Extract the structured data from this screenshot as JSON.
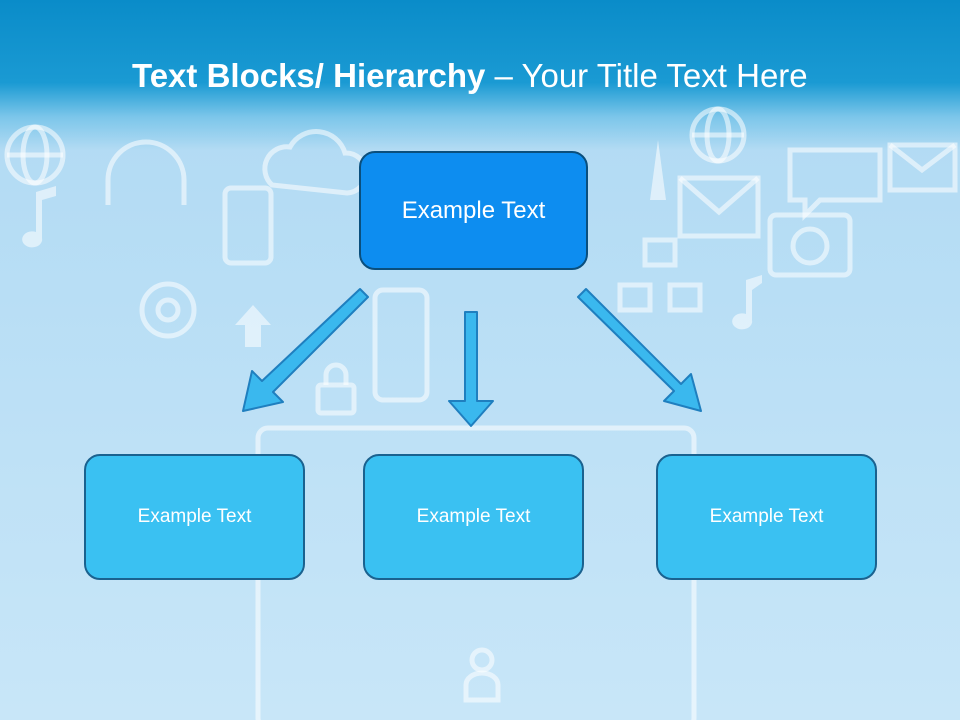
{
  "slide": {
    "title_bold": "Text Blocks/ Hierarchy",
    "title_separator": " – ",
    "title_rest": "Your Title Text Here"
  },
  "diagram": {
    "root": {
      "label": "Example Text"
    },
    "children": [
      {
        "label": "Example Text"
      },
      {
        "label": "Example Text"
      },
      {
        "label": "Example Text"
      }
    ]
  },
  "colors": {
    "root_fill": "#0d8df0",
    "child_fill": "#3ac1f2",
    "arrow_fill": "#3ab8ee",
    "header_blue": "#0a8cc9"
  }
}
